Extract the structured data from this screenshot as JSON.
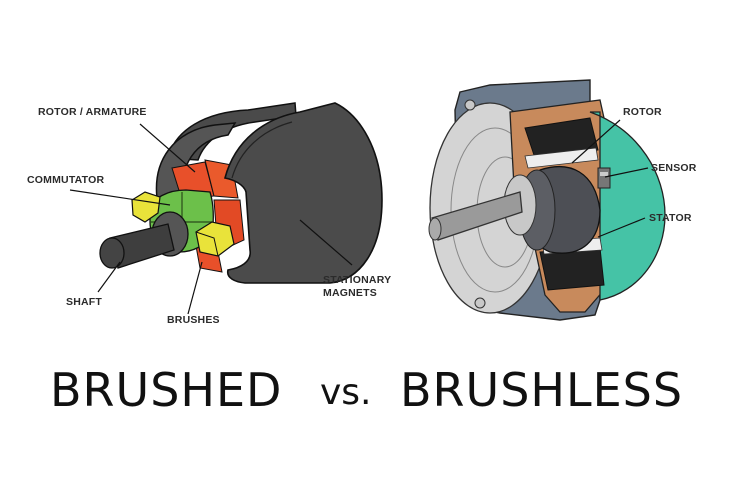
{
  "title": {
    "left": "BRUSHED",
    "middle": "vs.",
    "right": "BRUSHLESS"
  },
  "brushed_motor": {
    "labels": {
      "rotor_armature": "ROTOR / ARMATURE",
      "commutator": "COMMUTATOR",
      "shaft": "SHAFT",
      "brushes": "BRUSHES",
      "stationary_magnets_line1": "STATIONARY",
      "stationary_magnets_line2": "MAGNETS"
    },
    "colors": {
      "housing": "#4a4a4a",
      "rotor": "#e8502a",
      "commutator": "#6cc04a",
      "brushes": "#e9e33a",
      "shaft": "#3e3e3e"
    }
  },
  "brushless_motor": {
    "labels": {
      "rotor": "ROTOR",
      "sensor": "SENSOR",
      "stator": "STATOR"
    },
    "colors": {
      "housing": "#6b7a8c",
      "cutaway": "#c88a5c",
      "end_cap": "#45c3a6",
      "rotor": "#4d4f55",
      "shaft": "#9a9a9a",
      "face": "#d4d4d4"
    }
  }
}
